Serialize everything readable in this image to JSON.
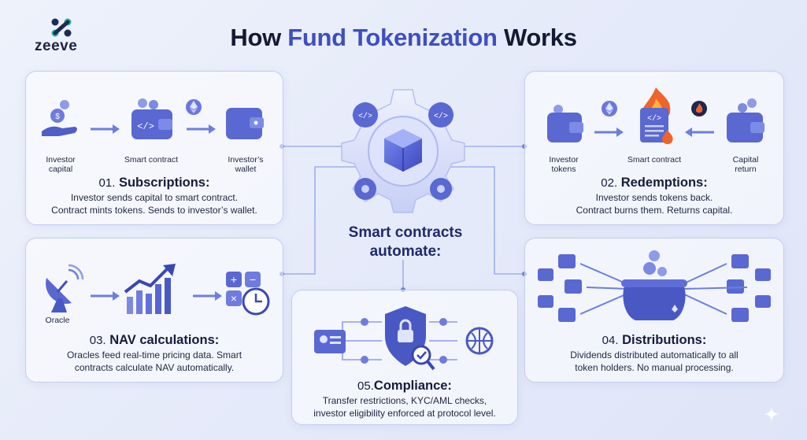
{
  "brand": {
    "name": "zeeve"
  },
  "title": {
    "part1": "How ",
    "highlight": "Fund Tokenization",
    "part2": " Works"
  },
  "center": {
    "line1": "Smart contracts",
    "line2": "automate:"
  },
  "colors": {
    "accent": "#3f4fbf",
    "card_border": "#c4cdf0",
    "icon_purple": "#6470d8",
    "flame": "#f0632a"
  },
  "subscriptions": {
    "number": "01.",
    "title": "Subscriptions:",
    "desc_line1": "Investor sends capital to smart contract.",
    "desc_line2": "Contract mints tokens. Sends to investor’s wallet.",
    "labels": {
      "investor_1": "Investor",
      "investor_2": "capital",
      "contract": "Smart contract",
      "wallet_1": "Investor’s",
      "wallet_2": "wallet"
    },
    "icons": [
      "hand-coin-icon",
      "wallet-contract-icon",
      "ethereum-icon",
      "wallet-icon"
    ]
  },
  "redemptions": {
    "number": "02.",
    "title": "Redemptions:",
    "desc_line1": "Investor sends tokens back.",
    "desc_line2": "Contract burns them. Returns capital.",
    "labels": {
      "tokens_1": "Investor",
      "tokens_2": "tokens",
      "contract": "Smart contract",
      "capital_1": "Capital",
      "capital_2": "return"
    },
    "icons": [
      "wallet-icon",
      "ethereum-icon",
      "burning-contract-icon",
      "flame-icon",
      "wallet-icon"
    ]
  },
  "nav": {
    "number": "03.",
    "title": "NAV calculations:",
    "desc_line1": "Oracles feed real-time pricing data. Smart",
    "desc_line2": "contracts calculate NAV automatically.",
    "labels": {
      "oracle": "Oracle"
    },
    "icons": [
      "satellite-dish-icon",
      "growth-chart-icon",
      "calculator-clock-icon"
    ]
  },
  "distributions": {
    "number": "04.",
    "title": "Distributions:",
    "desc_line1": "Dividends distributed automatically to all",
    "desc_line2": "token holders. No manual processing.",
    "icons": [
      "coin-pot-icon",
      "wallet-icon"
    ]
  },
  "compliance": {
    "number": "05.",
    "title": "Compliance:",
    "desc_line1": "Transfer restrictions, KYC/AML checks,",
    "desc_line2": "investor eligibility enforced at protocol level.",
    "icons": [
      "id-card-icon",
      "shield-lock-icon",
      "magnifier-check-icon",
      "network-globe-icon"
    ]
  }
}
